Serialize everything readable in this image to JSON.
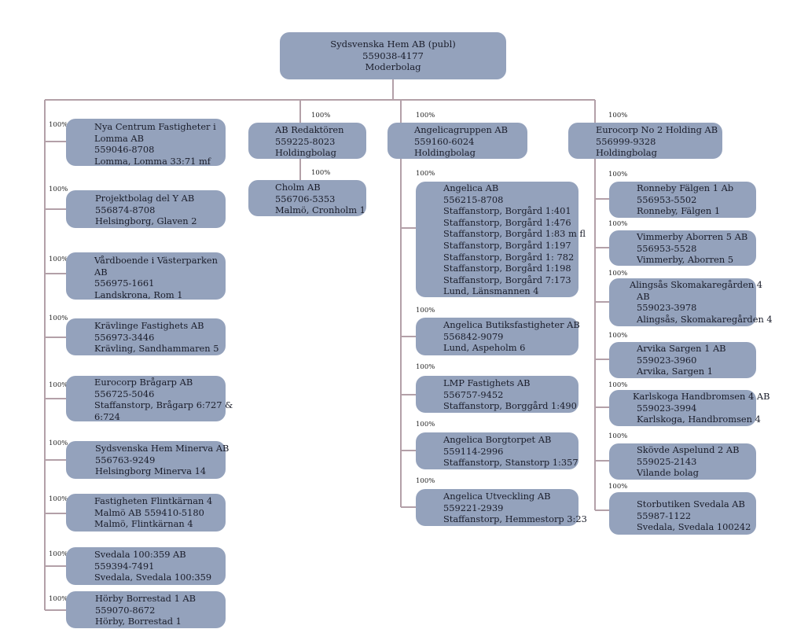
{
  "root": {
    "name": "Sydsvenska Hem AB (publ)",
    "org": "559038-4177",
    "role": "Moderbolag"
  },
  "pct": "100%",
  "col1": [
    {
      "l1": "Nya Centrum Fastigheter i",
      "l2": "Lomma AB",
      "l3": "559046-8708",
      "l4": "Lomma, Lomma 33:71 mf"
    },
    {
      "l1": "Projektbolag del Y AB",
      "l2": "556874-8708",
      "l3": "Helsingborg, Glaven 2"
    },
    {
      "l1": "Vårdboende i Västerparken",
      "l2": "AB",
      "l3": "556975-1661",
      "l4": "Landskrona, Rom 1"
    },
    {
      "l1": "Krävlinge Fastighets AB",
      "l2": "556973-3446",
      "l3": "Krävling, Sandhammaren 5"
    },
    {
      "l1": "Eurocorp Brågarp AB",
      "l2": "556725-5046",
      "l3": "Staffanstorp, Brågarp 6:727 &",
      "l4": "6:724"
    },
    {
      "l1": "Sydsvenska Hem Minerva AB",
      "l2": "556763-9249",
      "l3": "Helsingborg Minerva 14"
    },
    {
      "l1": "Fastigheten Flintkärnan 4",
      "l2": "Malmö AB 559410-5180",
      "l3": "Malmö, Flintkärnan 4"
    },
    {
      "l1": "Svedala 100:359 AB",
      "l2": "559394-7491",
      "l3": "Svedala, Svedala 100:359"
    },
    {
      "l1": "Hörby Borrestad 1 AB",
      "l2": "559070-8672",
      "l3": "Hörby, Borrestad 1"
    }
  ],
  "col2": {
    "holding": {
      "l1": "AB Redaktören",
      "l2": "559225-8023",
      "l3": "Holdingbolag"
    },
    "child": {
      "l1": "Cholm AB",
      "l2": "556706-5353",
      "l3": "Malmö, Cronholm 1"
    }
  },
  "col3": {
    "holding": {
      "l1": "Angelicagruppen AB",
      "l2": "559160-6024",
      "l3": "Holdingbolag"
    },
    "children": [
      {
        "lines": [
          "Angelica AB",
          "556215-8708",
          "Staffanstorp, Borgård 1:401",
          "Staffanstorp, Borgård 1:476",
          "Staffanstorp, Borgård 1:83 m fl",
          "Staffanstorp, Borgård 1:197",
          "Staffanstorp, Borgård 1: 782",
          "Staffanstorp, Borgård 1:198",
          "Staffanstorp, Borgård 7:173",
          "Lund, Länsmannen 4"
        ]
      },
      {
        "lines": [
          "Angelica Butiksfastigheter AB",
          "556842-9079",
          "Lund, Aspeholm 6"
        ]
      },
      {
        "lines": [
          "LMP Fastighets AB",
          "556757-9452",
          "Staffanstorp, Borggård 1:490"
        ]
      },
      {
        "lines": [
          "Angelica Borgtorpet AB",
          "559114-2996",
          "Staffanstorp, Stanstorp 1:357"
        ]
      },
      {
        "lines": [
          "Angelica Utveckling AB",
          "559221-2939",
          "Staffanstorp, Hemmestorp 3:23"
        ]
      }
    ]
  },
  "col4": {
    "holding": {
      "l1": "Eurocorp No 2 Holding AB",
      "l2": "556999-9328",
      "l3": "Holdingbolag"
    },
    "children": [
      {
        "lines": [
          "Ronneby Fälgen 1 Ab",
          "556953-5502",
          "Ronneby, Fälgen 1"
        ]
      },
      {
        "lines": [
          "Vimmerby Aborren 5 AB",
          "556953-5528",
          "Vimmerby, Aborren 5"
        ]
      },
      {
        "lines": [
          "Alingsås Skomakaregården 4",
          "AB",
          "559023-3978",
          "Alingsås, Skomakaregården 4"
        ]
      },
      {
        "lines": [
          "Arvika Sargen 1 AB",
          "559023-3960",
          "Arvika, Sargen 1"
        ]
      },
      {
        "lines": [
          "Karlskoga Handbromsen 4 AB",
          "559023-3994",
          "Karlskoga, Handbromsen 4"
        ]
      },
      {
        "lines": [
          "Skövde Aspelund 2 AB",
          "559025-2143",
          "Vilande bolag"
        ]
      },
      {
        "lines": [
          "Storbutiken Svedala AB",
          "55987-1122",
          "Svedala, Svedala 100242"
        ]
      }
    ]
  },
  "colors": {
    "box": "#94a2bc",
    "line": "#b3a0a8",
    "text": "#1a1d2a"
  }
}
